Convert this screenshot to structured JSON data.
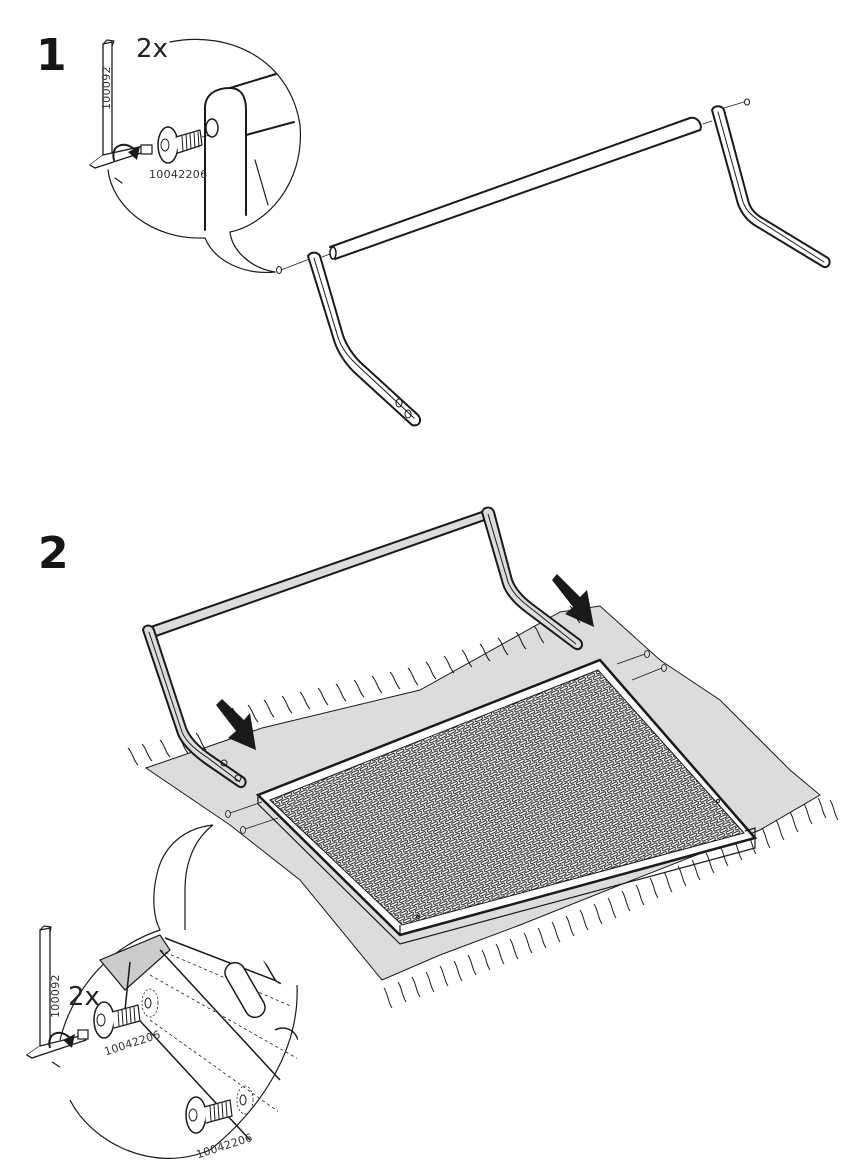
{
  "document": {
    "type": "assembly-instructions",
    "background": "#ffffff",
    "line_color": "#1a1a1a",
    "rug_color": "#dcdcdc"
  },
  "steps": [
    {
      "number": "1",
      "callout": {
        "quantity": "2x",
        "tool_part_number": "100092",
        "screw_part_number": "10042206"
      }
    },
    {
      "number": "2",
      "callout": {
        "quantity": "2x",
        "tool_part_number": "100092",
        "screw_part_number_top": "10042206",
        "screw_part_number_bottom": "10042206"
      }
    }
  ],
  "icons": {
    "allen_key": "allen-key-icon",
    "screw": "screw-icon",
    "rotate_arrow": "rotate-arrow-icon",
    "down_arrow": "push-down-arrow-icon"
  }
}
